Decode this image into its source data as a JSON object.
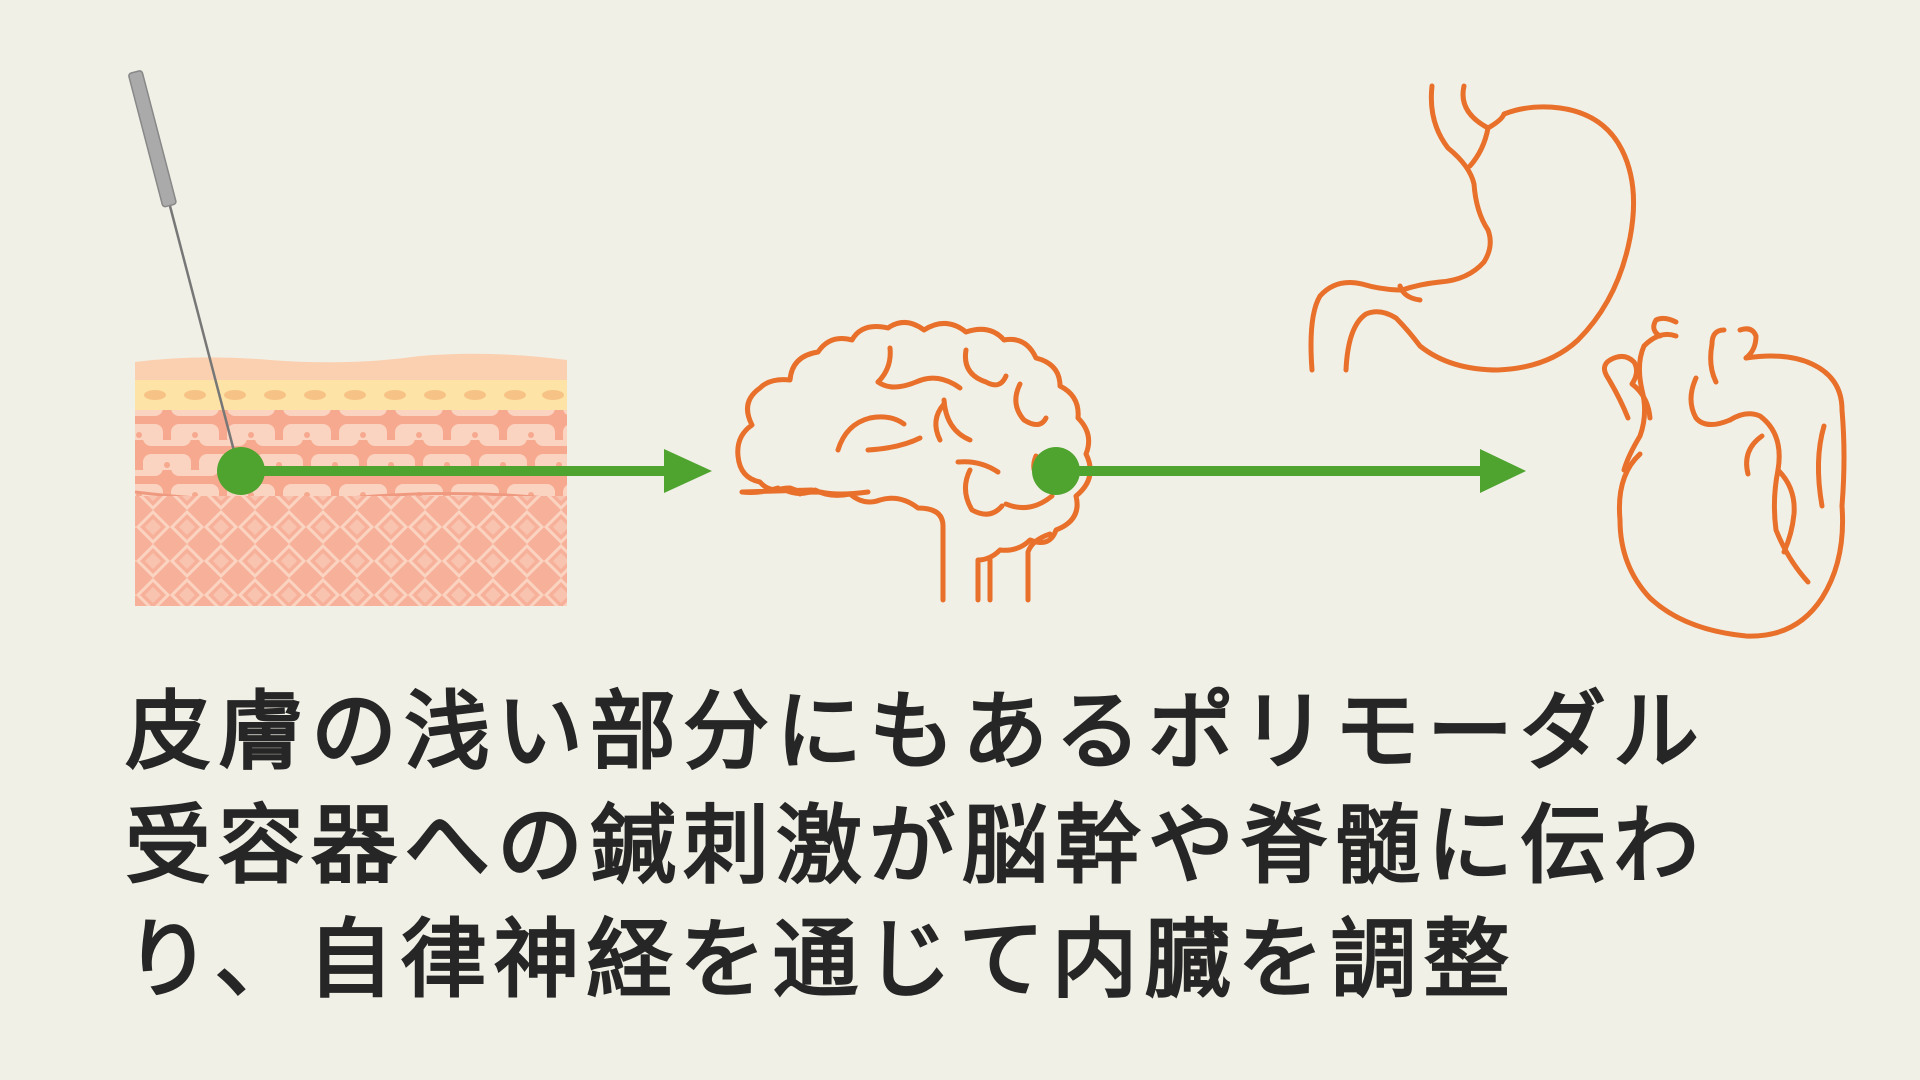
{
  "colors": {
    "background": "#f1f0e7",
    "arrow": "#4fa42f",
    "organ_outline": "#e8702a",
    "skin_surface": "#fbd0b0",
    "skin_epidermis_band": "#fde3a6",
    "skin_cells": "#f5ad92",
    "skin_dermis": "#f7b19a",
    "needle_handle": "#aaaaaa",
    "text": "#262626"
  },
  "icons": {
    "needle": "acupuncture-needle-icon",
    "skin": "skin-cross-section-icon",
    "brain": "brain-icon",
    "stomach": "stomach-icon",
    "heart": "heart-icon"
  },
  "caption": {
    "lines": [
      "皮膚の浅い部分にもあるポリモーダル",
      "受容器への鍼刺激が脳幹や脊髄に伝わ",
      "り、自律神経を通じて内臓を調整"
    ]
  }
}
